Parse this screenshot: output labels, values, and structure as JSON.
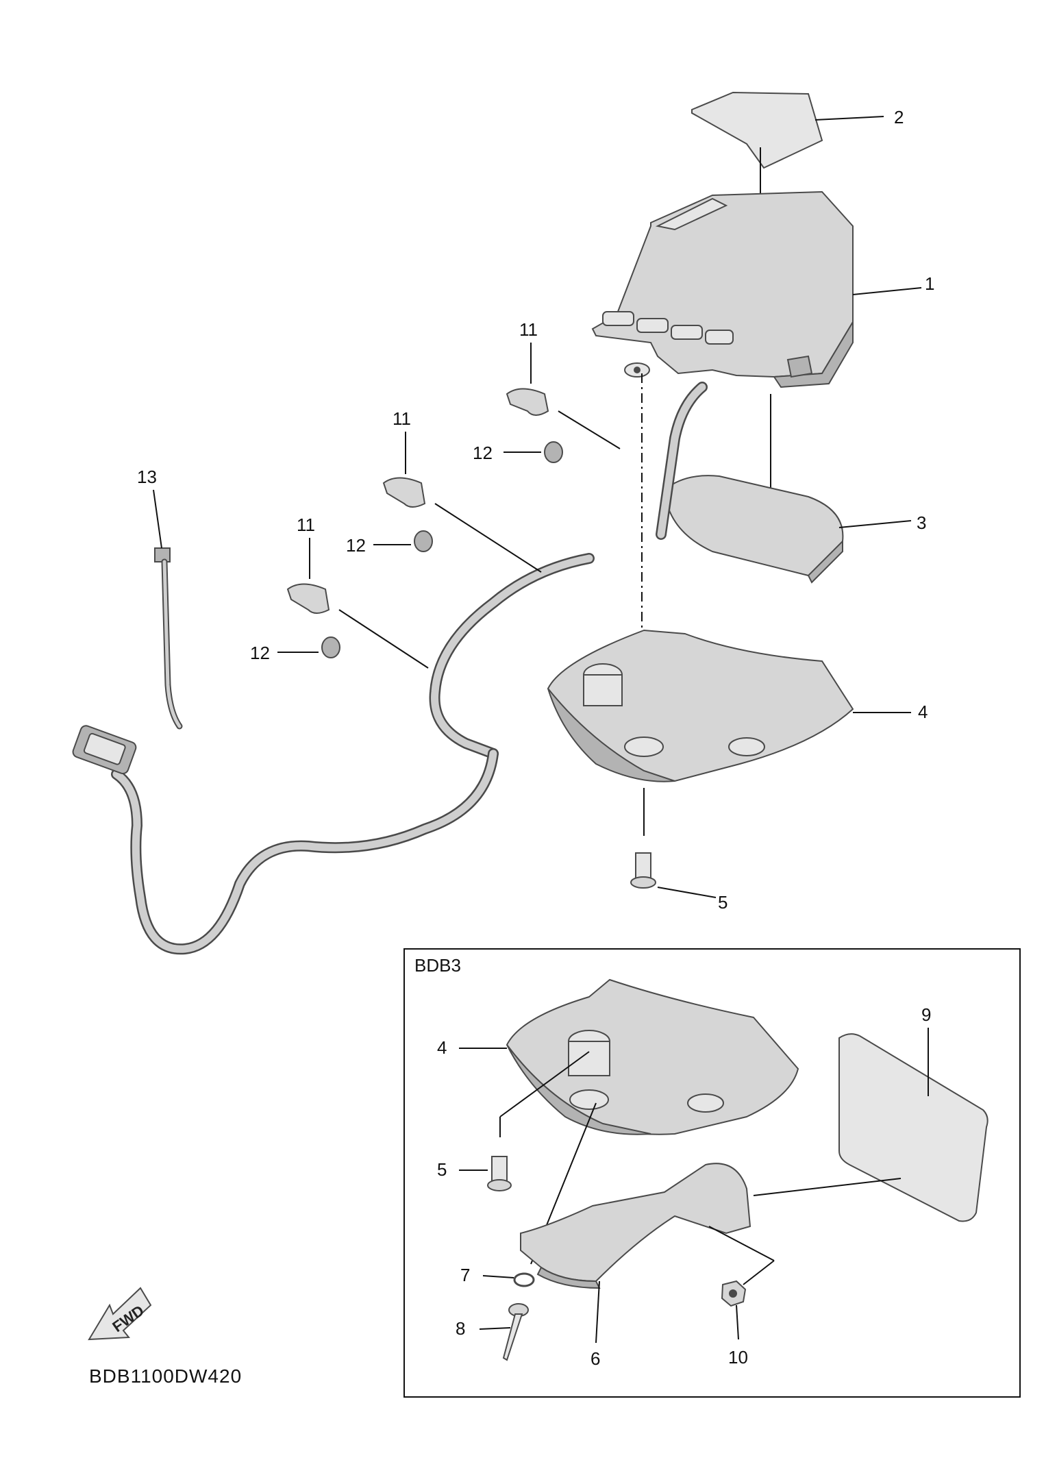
{
  "diagram": {
    "drawing_code": "BDB1100DW420",
    "variant_box_label": "BDB3",
    "fwd_arrow_label": "FWD",
    "callouts": {
      "c1": "1",
      "c2": "2",
      "c3": "3",
      "c4": "4",
      "c5": "5",
      "c11a": "11",
      "c11b": "11",
      "c11c": "11",
      "c12a": "12",
      "c12b": "12",
      "c12c": "12",
      "c13": "13",
      "box_c4": "4",
      "box_c5": "5",
      "box_c6": "6",
      "box_c7": "7",
      "box_c8": "8",
      "box_c9": "9",
      "box_c10": "10"
    }
  },
  "colors": {
    "line": "#111111",
    "part_fill": "#d6d6d6",
    "part_shadow": "#b3b3b3"
  }
}
